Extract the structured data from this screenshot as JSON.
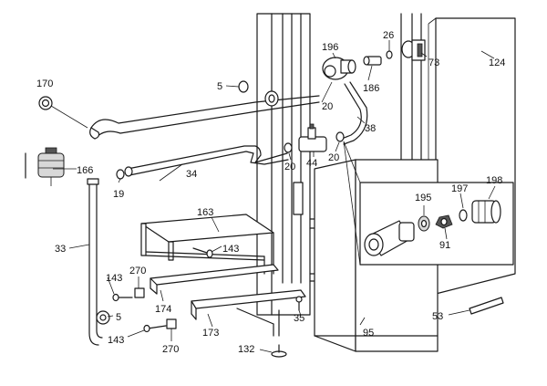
{
  "labels": {
    "l170": "170",
    "l166": "166",
    "l19": "19",
    "l34": "34",
    "l33": "33",
    "l5a": "5",
    "l5b": "5",
    "l20a": "20",
    "l20b": "20",
    "l20c": "20",
    "l44": "44",
    "l196": "196",
    "l26": "26",
    "l73": "73",
    "l186": "186",
    "l124": "124",
    "l38": "38",
    "l163": "163",
    "l143a": "143",
    "l143b": "143",
    "l143c": "143",
    "l270a": "270",
    "l270b": "270",
    "l174": "174",
    "l173": "173",
    "l132": "132",
    "l35": "35",
    "l95": "95",
    "l53": "53",
    "l195": "195",
    "l197": "197",
    "l198": "198",
    "l91": "91"
  }
}
